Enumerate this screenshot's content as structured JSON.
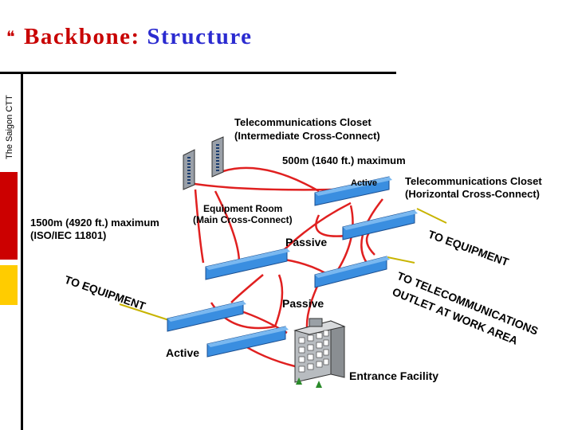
{
  "slide": {
    "bullet": "❝",
    "title_part1": "Backbone:",
    "title_part2": "Structure",
    "vertical_text": "The Saigon CTT"
  },
  "labels": {
    "tc_top_1": "Telecommunications Closet",
    "tc_top_2": "(Intermediate Cross-Connect)",
    "max500": "500m (1640 ft.) maximum",
    "tc_right_1": "Telecommunications Closet",
    "tc_right_2": "(Horizontal Cross-Connect)",
    "active_top": "Active",
    "eq_room_1": "Equipment Room",
    "eq_room_2": "(Main Cross-Connect)",
    "max1500_1": "1500m (4920 ft.) maximum",
    "max1500_2": "(ISO/IEC 11801)",
    "passive_mid": "Passive",
    "to_equipment_right": "TO EQUIPMENT",
    "to_outlet_1": "TO TELECOMMUNICATIONS",
    "to_outlet_2": "OUTLET AT WORK AREA",
    "to_equipment_left": "TO EQUIPMENT",
    "passive_low": "Passive",
    "active_low": "Active",
    "entrance": "Entrance Facility"
  },
  "colors": {
    "title_red": "#c80000",
    "title_blue": "#2b2bd0",
    "panel_blue": "#3a8ee0",
    "cable_red": "#e02020",
    "sidebar_red": "#cc0000",
    "sidebar_yellow": "#ffcc00"
  }
}
